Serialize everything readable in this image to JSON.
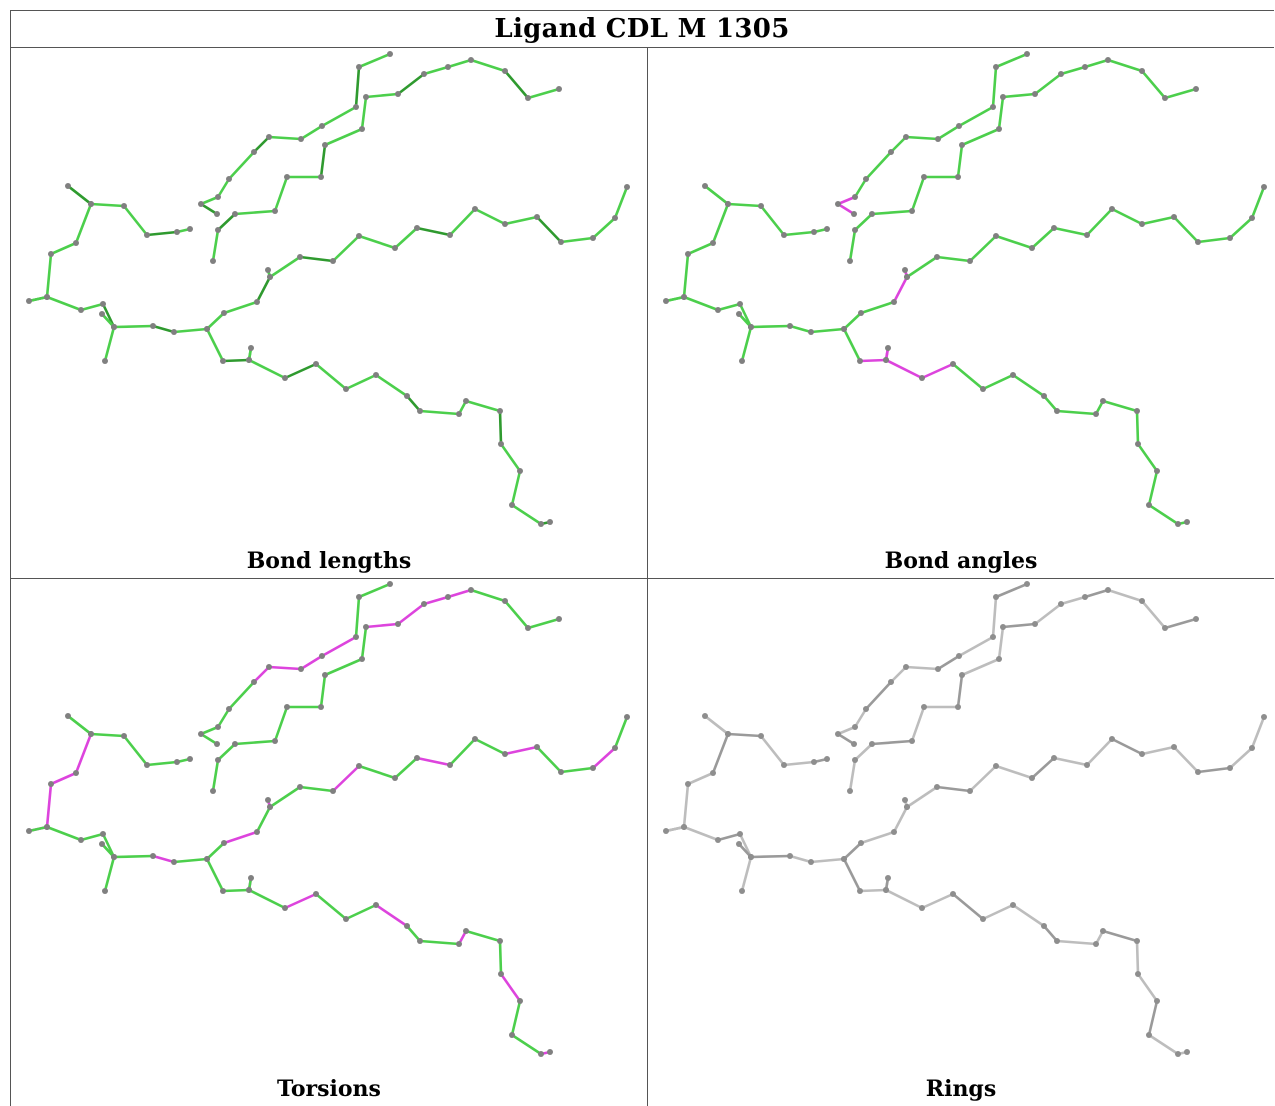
{
  "title": "Ligand CDL M 1305",
  "panels": [
    {
      "caption": "Bond lengths",
      "mode": "lengths"
    },
    {
      "caption": "Bond angles",
      "mode": "angles"
    },
    {
      "caption": "Torsions",
      "mode": "torsions"
    },
    {
      "caption": "Rings",
      "mode": "rings"
    }
  ],
  "colors": {
    "green": "#4ccf4c",
    "dark_green": "#2f9a2f",
    "magenta": "#dd44dd",
    "grey_bond": "#bdbdbd",
    "atom": "#808080",
    "border": "#555555"
  }
}
